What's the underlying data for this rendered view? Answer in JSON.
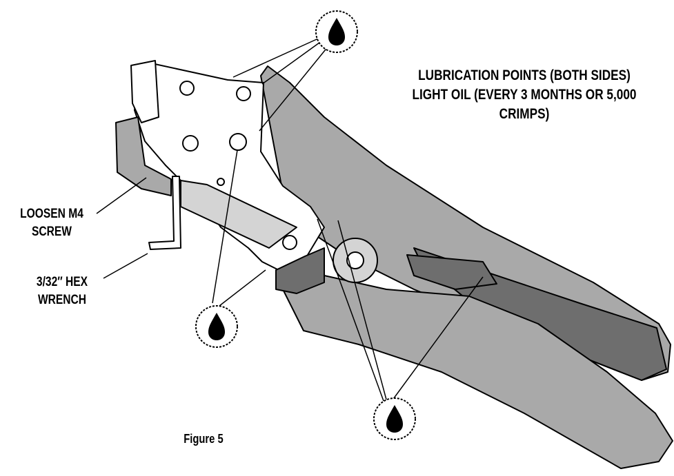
{
  "figure": {
    "caption": "Figure 5",
    "callouts": {
      "lubrication_line1": "LUBRICATION POINTS (BOTH SIDES)",
      "lubrication_line2": "LIGHT OIL (EVERY 3 MONTHS OR 5,000",
      "lubrication_line3": "CRIMPS)",
      "loosen_line1": "LOOSEN M4",
      "loosen_line2": "SCREW",
      "hex_line1": "3/32″ HEX",
      "hex_line2": "WRENCH"
    },
    "oil_drop_icons": 3,
    "colors": {
      "handle": "#a9a9a9",
      "handle_dark": "#6e6e6e",
      "body": "#ffffff",
      "outline": "#000000"
    }
  }
}
